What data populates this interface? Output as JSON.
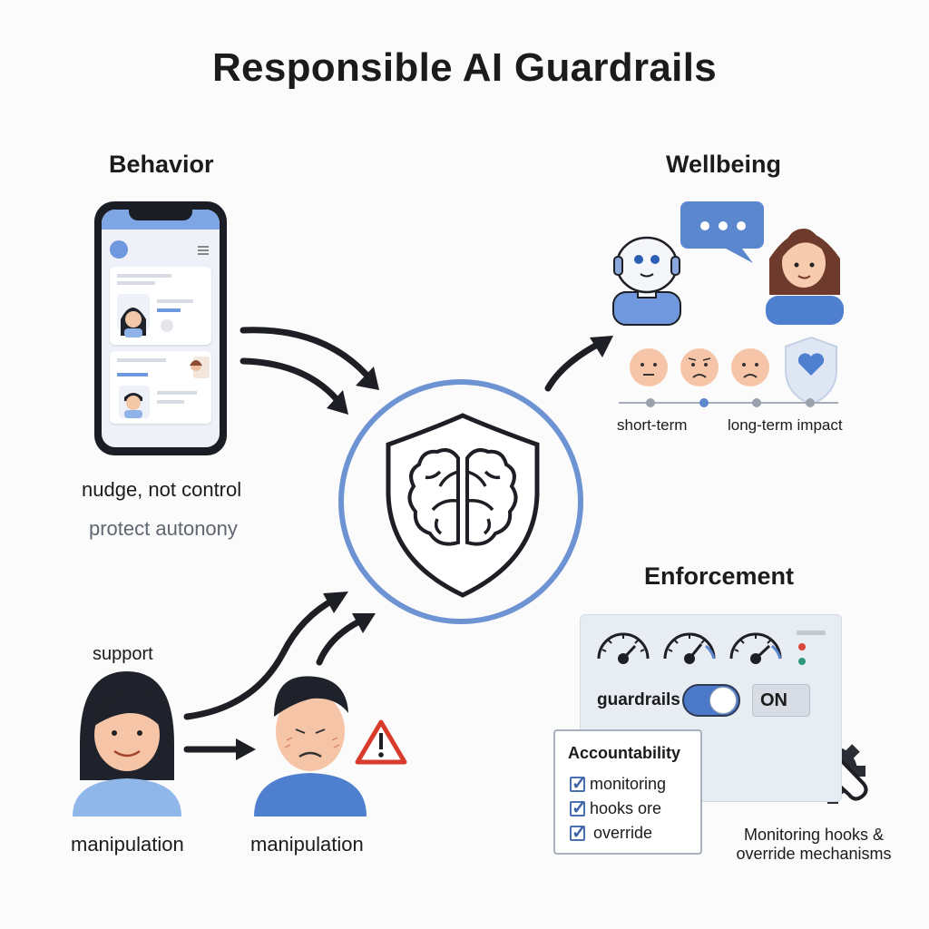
{
  "title": "Responsible AI Guardrails",
  "behavior": {
    "heading": "Behavior",
    "caption": "nudge, not control",
    "subcaption": "protect autonony"
  },
  "wellbeing": {
    "heading": "Wellbeing",
    "timeline_left": "short-term",
    "timeline_right": "long-term impact"
  },
  "support": {
    "label": "support",
    "left_caption": "manipulation",
    "right_caption": "manipulation"
  },
  "enforcement": {
    "heading": "Enforcement",
    "toggle_label": "guardrails",
    "toggle_state": "ON",
    "accountability_title": "Accountability",
    "checklist": [
      "monitoring",
      "hooks ore",
      "override"
    ],
    "caption_line1": "Monitoring hooks &",
    "caption_line2": "override mechanisms"
  },
  "colors": {
    "accent_blue": "#5b87cf",
    "ring": "#6d93d3",
    "ink": "#1b1b1b",
    "warning_red": "#d83a2b"
  },
  "icons": [
    "brain-shield-icon",
    "phone-icon",
    "robot-icon",
    "chat-bubble-icon",
    "heart-shield-icon",
    "gauge-icon",
    "wrench-gear-icon",
    "warning-icon"
  ]
}
